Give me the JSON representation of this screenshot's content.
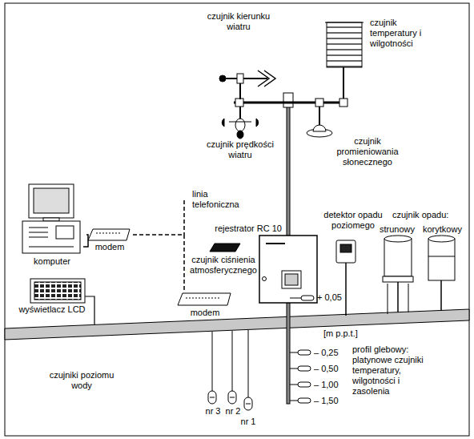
{
  "diagram": {
    "nodes": [
      {
        "text": [
          "komputer"
        ]
      },
      {
        "text": [
          "modem"
        ]
      },
      {
        "text": [
          "rejestrator RC 10"
        ]
      },
      {
        "text": [
          "modem"
        ]
      },
      {
        "text": [
          "wyświetlacz LCD"
        ]
      }
    ],
    "edges": [
      {
        "from": 0,
        "to": 1,
        "arrow": "none"
      },
      {
        "from": 1,
        "to": 3,
        "label": "linia telefoniczna",
        "arrow": "none"
      }
    ],
    "labels": [
      "czujnik kierunku wiatru",
      "czujnik prędkości wiatru",
      "czujnik temperatury i wilgotności",
      "czujnik promieniowania słonecznego",
      "czujnik ciśnienia atmosferycznego",
      "detektor opadu poziomego",
      "czujnik opadu:",
      "strunowy",
      "korytkowy",
      "+ 0,05",
      "[m p.p.t.]",
      "– 0,25",
      "– 0,50",
      "– 1,00",
      "– 1,50",
      "profil glebowy: platynowe czujniki temperatury, wilgotności i zasolenia",
      "czujniki poziomu wody",
      "nr 3",
      "nr 2",
      "nr 1"
    ]
  }
}
